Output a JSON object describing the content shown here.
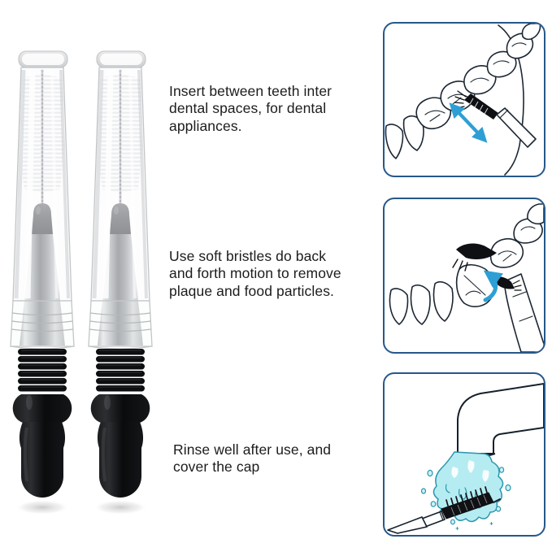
{
  "figure": {
    "product_icon": "two-interdental-brushes-with-clear-caps",
    "background": "#ffffff"
  },
  "colors": {
    "text": "#1c1c1c",
    "panel_border": "#27588a",
    "arrow_blue": "#2e9fd4",
    "water_fill": "#b5ecf2",
    "water_stroke": "#2b96ac",
    "line_art": "#1c2733",
    "brush_black": "#0e1013"
  },
  "steps": [
    {
      "icon": "insert-brush-between-teeth-illustration",
      "lines": [
        "Insert between teeth inter",
        "dental spaces, for dental",
        "appliances."
      ]
    },
    {
      "icon": "back-and-forth-motion-illustration",
      "lines": [
        "Use soft bristles do back",
        "and forth motion to remove",
        "plaque and food particles."
      ]
    },
    {
      "icon": "rinse-brush-under-faucet-illustration",
      "lines": [
        "Rinse well after use, and",
        "cover the cap"
      ]
    }
  ]
}
